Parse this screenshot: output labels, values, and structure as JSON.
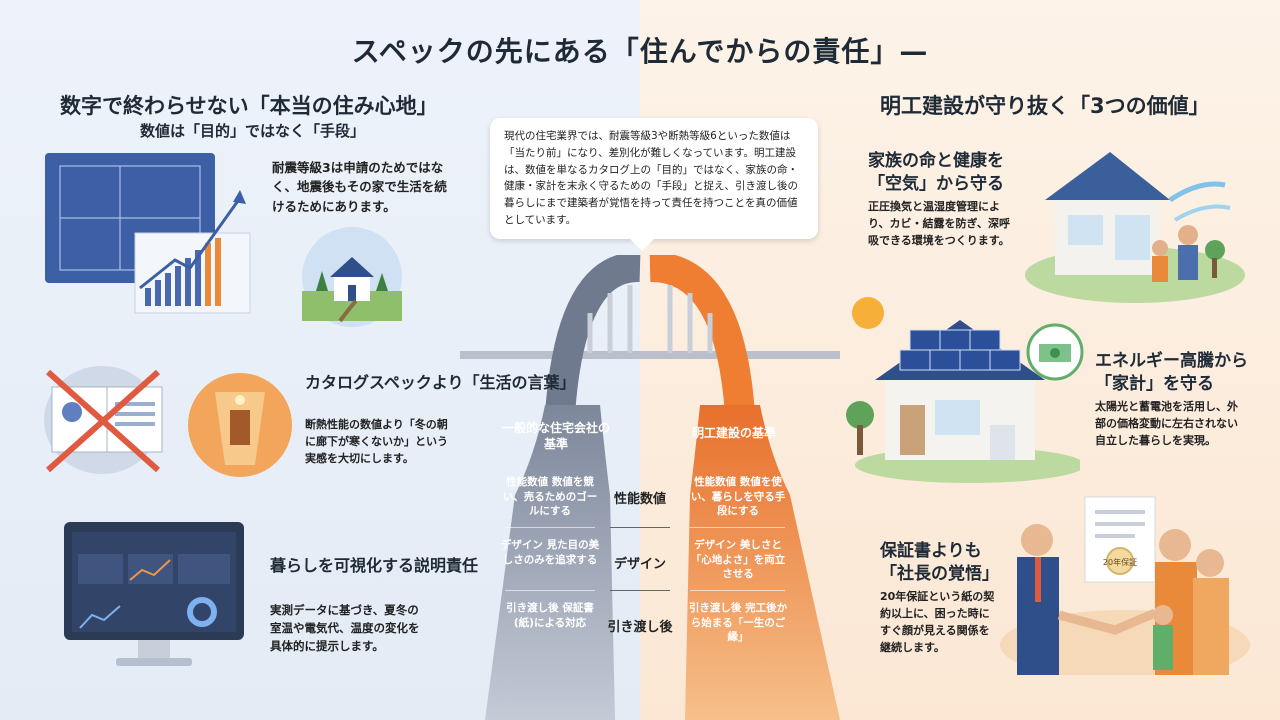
{
  "title": "スペックの先にある「住んでからの責任」—",
  "left": {
    "heading": "数字で終わらせない「本当の住み心地」",
    "subheading": "数値は「目的」ではなく「手段」",
    "items": [
      {
        "title": "",
        "body": "耐震等級3は申請のためではなく、地震後もその家で生活を続けるためにあります。"
      },
      {
        "title": "カタログスペックより「生活の言葉」",
        "body": "断熱性能の数値より「冬の朝に廊下が寒くないか」という実感を大切にします。"
      },
      {
        "title": "暮らしを可視化する説明責任",
        "body": "実測データに基づき、夏冬の室温や電気代、温度の変化を具体的に提示します。"
      }
    ]
  },
  "right": {
    "heading": "明工建設が守り抜く「3つの価値」",
    "items": [
      {
        "title": "家族の命と健康を「空気」から守る",
        "body": "正圧換気と温湿度管理により、カビ・結露を防ぎ、深呼吸できる環境をつくります。"
      },
      {
        "title": "エネルギー高騰から「家計」を守る",
        "body": "太陽光と蓄電池を活用し、外部の価格変動に左右されない自立した暮らしを実現。"
      },
      {
        "title": "保証書よりも「社長の覚悟」",
        "body": "20年保証という紙の契約以上に、困った時にすぐ顔が見える関係を継続します。"
      }
    ]
  },
  "callout": "現代の住宅業界では、耐震等級3や断熱等級6といった数値は「当たり前」になり、差別化が難しくなっています。明工建設は、数値を単なるカタログ上の「目的」ではなく、家族の命・健康・家計を末永く守るための「手段」と捉え、引き渡し後の暮らしにまで建築者が覚悟を持って責任を持つことを真の価値としています。",
  "compare": {
    "general_head": "一般的な住宅会社の基準",
    "meiko_head": "明工建設の基準",
    "rows": [
      {
        "label": "性能数値",
        "general": "性能数値 数値を競い、売るためのゴールにする",
        "meiko": "性能数値 数値を使い、暮らしを守る手段にする"
      },
      {
        "label": "デザイン",
        "general": "デザイン 見た目の美しさのみを追求する",
        "meiko": "デザイン 美しさと「心地よさ」を両立させる"
      },
      {
        "label": "引き渡し後",
        "general": "引き渡し後 保証書(紙)による対応",
        "meiko": "引き渡し後 完工後から始まる「一生のご縁」"
      }
    ]
  },
  "certificate_badge": "20年保証",
  "colors": {
    "blue_path": "#8c96a8",
    "orange_path": "#f0974a",
    "accent_blue": "#3b5fa8",
    "accent_orange": "#f08a3a"
  }
}
